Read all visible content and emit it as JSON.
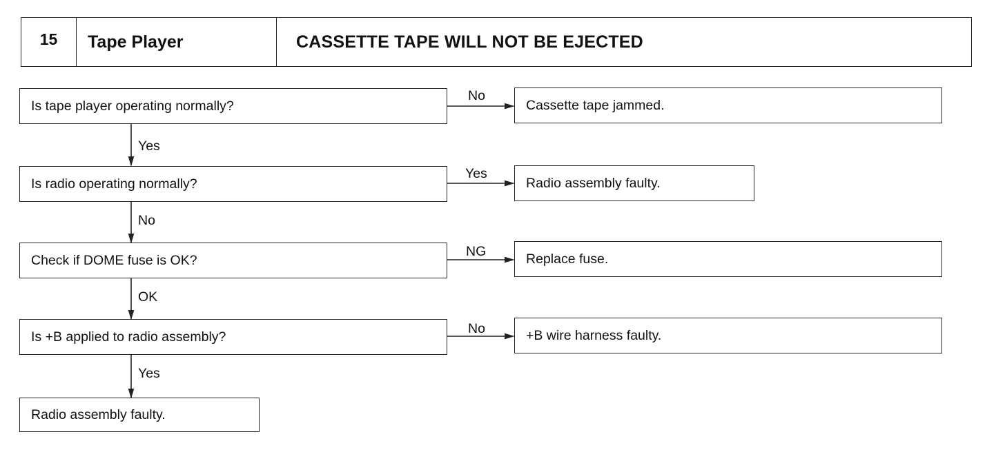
{
  "header": {
    "number": "15",
    "section": "Tape Player",
    "title": "CASSETTE TAPE WILL NOT BE EJECTED"
  },
  "steps": [
    {
      "question": "Is tape player operating normally?",
      "branch_label": "No",
      "branch_result": "Cassette tape jammed.",
      "down_label": "Yes"
    },
    {
      "question": "Is radio operating normally?",
      "branch_label": "Yes",
      "branch_result": "Radio assembly faulty.",
      "down_label": "No"
    },
    {
      "question": "Check if DOME fuse is OK?",
      "branch_label": "NG",
      "branch_result": "Replace fuse.",
      "down_label": "OK"
    },
    {
      "question": "Is +B applied to radio assembly?",
      "branch_label": "No",
      "branch_result": "+B wire harness faulty.",
      "down_label": "Yes"
    }
  ],
  "final_result": "Radio assembly faulty."
}
